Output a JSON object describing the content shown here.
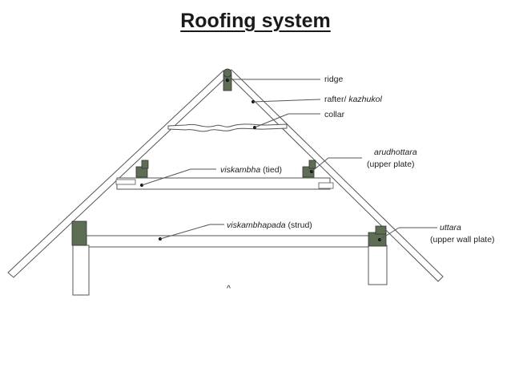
{
  "title": "Roofing system",
  "labels": {
    "ridge": "ridge",
    "rafter_main": "rafter/ ",
    "rafter_local": "kazhukol",
    "collar": "collar",
    "arudhottara_local": "arudhottara",
    "arudhottara_note": "(upper  plate)",
    "viskambha_local": "viskambha",
    "viskambha_note": " (tied)",
    "viskambhapada_local": "viskambhapada",
    "viskambhapada_note": " (strud)",
    "uttara_local": "uttara",
    "uttara_note": "(upper wall plate)",
    "caret": "^"
  },
  "colors": {
    "block_fill": "#5e6e55",
    "line": "#555555",
    "text": "#222222"
  }
}
